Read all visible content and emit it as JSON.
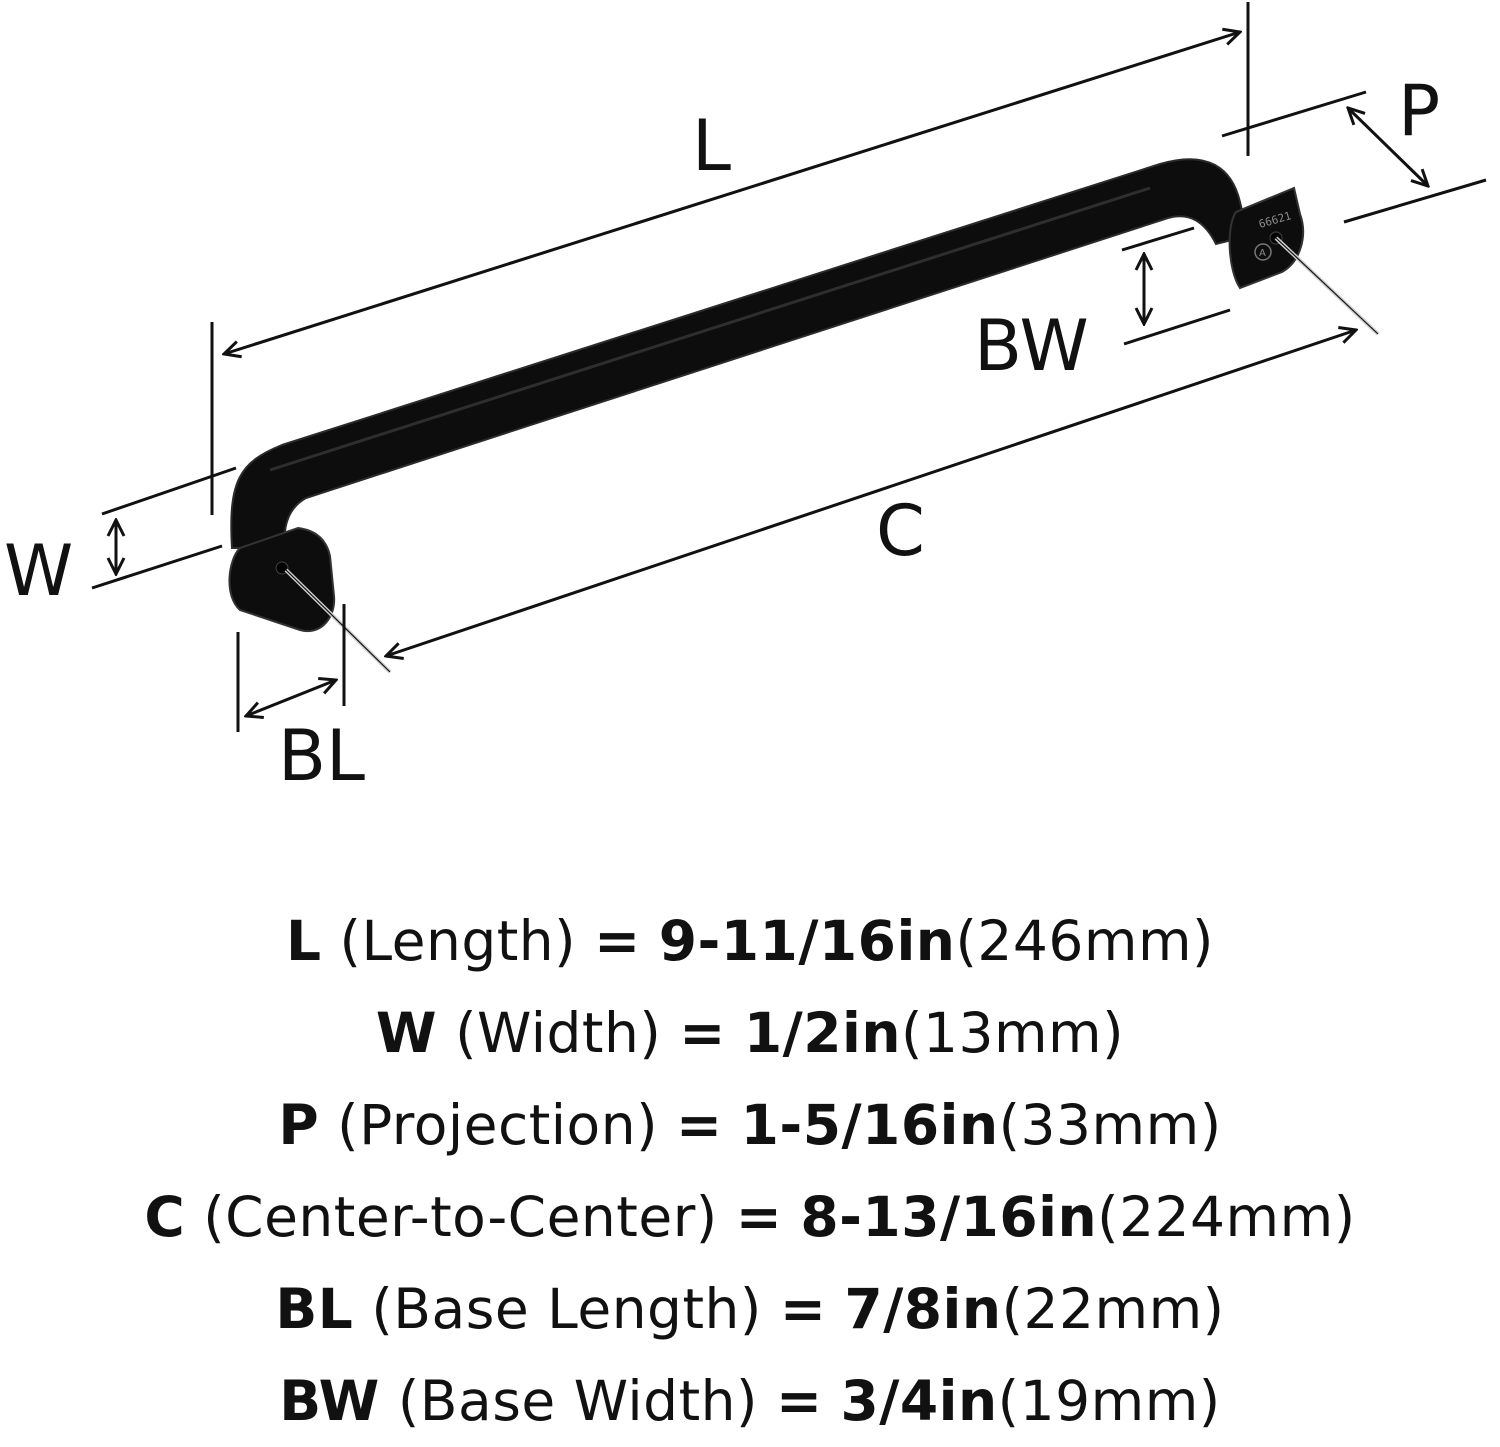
{
  "diagram": {
    "labels": {
      "length": "L",
      "projection": "P",
      "base_width": "BW",
      "width": "W",
      "center": "C",
      "base_length": "BL"
    },
    "base_markings": {
      "code": "66621",
      "badge": "A"
    },
    "colors": {
      "ink": "#111111",
      "handle": "#0d0d0d",
      "handle_edge": "#2b2b2b",
      "background": "#ffffff"
    }
  },
  "specs": [
    {
      "code": "L",
      "name": "(Length)",
      "eq": "=",
      "imperial": "9-11/16in",
      "metric": "(246mm)"
    },
    {
      "code": "W",
      "name": "(Width)",
      "eq": "=",
      "imperial": "1/2in",
      "metric": "(13mm)"
    },
    {
      "code": "P",
      "name": "(Projection)",
      "eq": "=",
      "imperial": "1-5/16in",
      "metric": "(33mm)"
    },
    {
      "code": "C",
      "name": "(Center-to-Center)",
      "eq": "=",
      "imperial": "8-13/16in",
      "metric": "(224mm)"
    },
    {
      "code": "BL",
      "name": "(Base Length)",
      "eq": "=",
      "imperial": "7/8in",
      "metric": "(22mm)"
    },
    {
      "code": "BW",
      "name": "(Base Width)",
      "eq": "=",
      "imperial": "3/4in",
      "metric": "(19mm)"
    }
  ]
}
